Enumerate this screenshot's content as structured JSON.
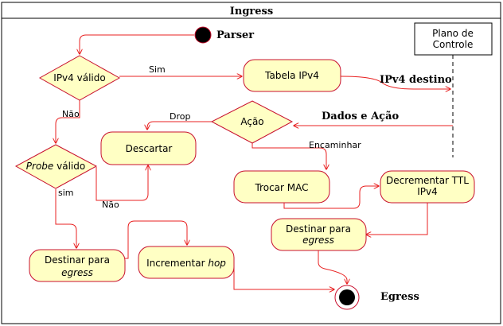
{
  "title": "Ingress",
  "start_label": "Parser",
  "end_label": "Egress",
  "control_plane": {
    "line1": "Plano de",
    "line2": "Controle"
  },
  "nodes": {
    "ipv4_valid": "IPv4 válido",
    "ipv4_table": "Tabela IPv4",
    "action": "Ação",
    "discard": "Descartar",
    "probe_valid_italic": "Probe",
    "probe_valid_rest": " válido",
    "swap_mac": "Trocar MAC",
    "decrement_line1": "Decrementar TTL",
    "decrement_line2": "IPv4",
    "dest_egress_right_line1": "Destinar para",
    "dest_egress_right_line2": "egress",
    "dest_egress_left_line1": "Destinar para",
    "dest_egress_left_line2": "egress",
    "increment_hop_plain": "Incrementar ",
    "increment_hop_italic": "hop"
  },
  "edges": {
    "sim_top": "Sim",
    "nao_top": "Não",
    "drop": "Drop",
    "encaminhar": "Encaminhar",
    "sim_probe": "sim",
    "nao_probe": "Não"
  },
  "annotations": {
    "ipv4_destino": "IPv4 destino",
    "dados_acao": "Dados e Ação"
  },
  "colors": {
    "node_fill": "#ffffc4",
    "node_stroke": "#c8102e",
    "edge": "#e82020",
    "frame": "#000000"
  }
}
